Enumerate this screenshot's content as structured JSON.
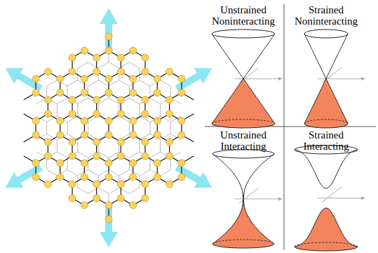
{
  "diagram": {
    "labels": [
      "Unstrained Noninteracting",
      "Strained Noninteracting",
      "Unstrained Interacting",
      "Strained Interacting"
    ]
  }
}
